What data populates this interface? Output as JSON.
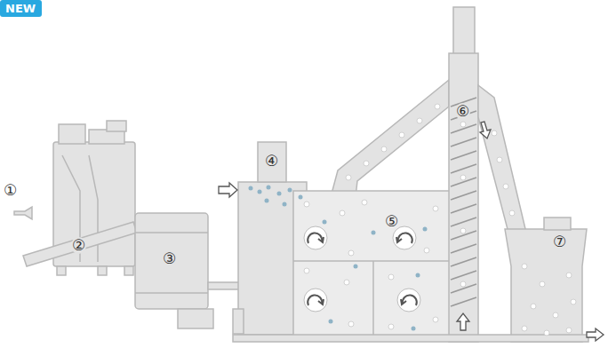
{
  "diagram": {
    "nodes": [
      {
        "text": [
          "NEW"
        ]
      }
    ],
    "labels": [
      "①",
      "②",
      "③",
      "④",
      "⑤",
      "⑥",
      "⑦"
    ]
  }
}
